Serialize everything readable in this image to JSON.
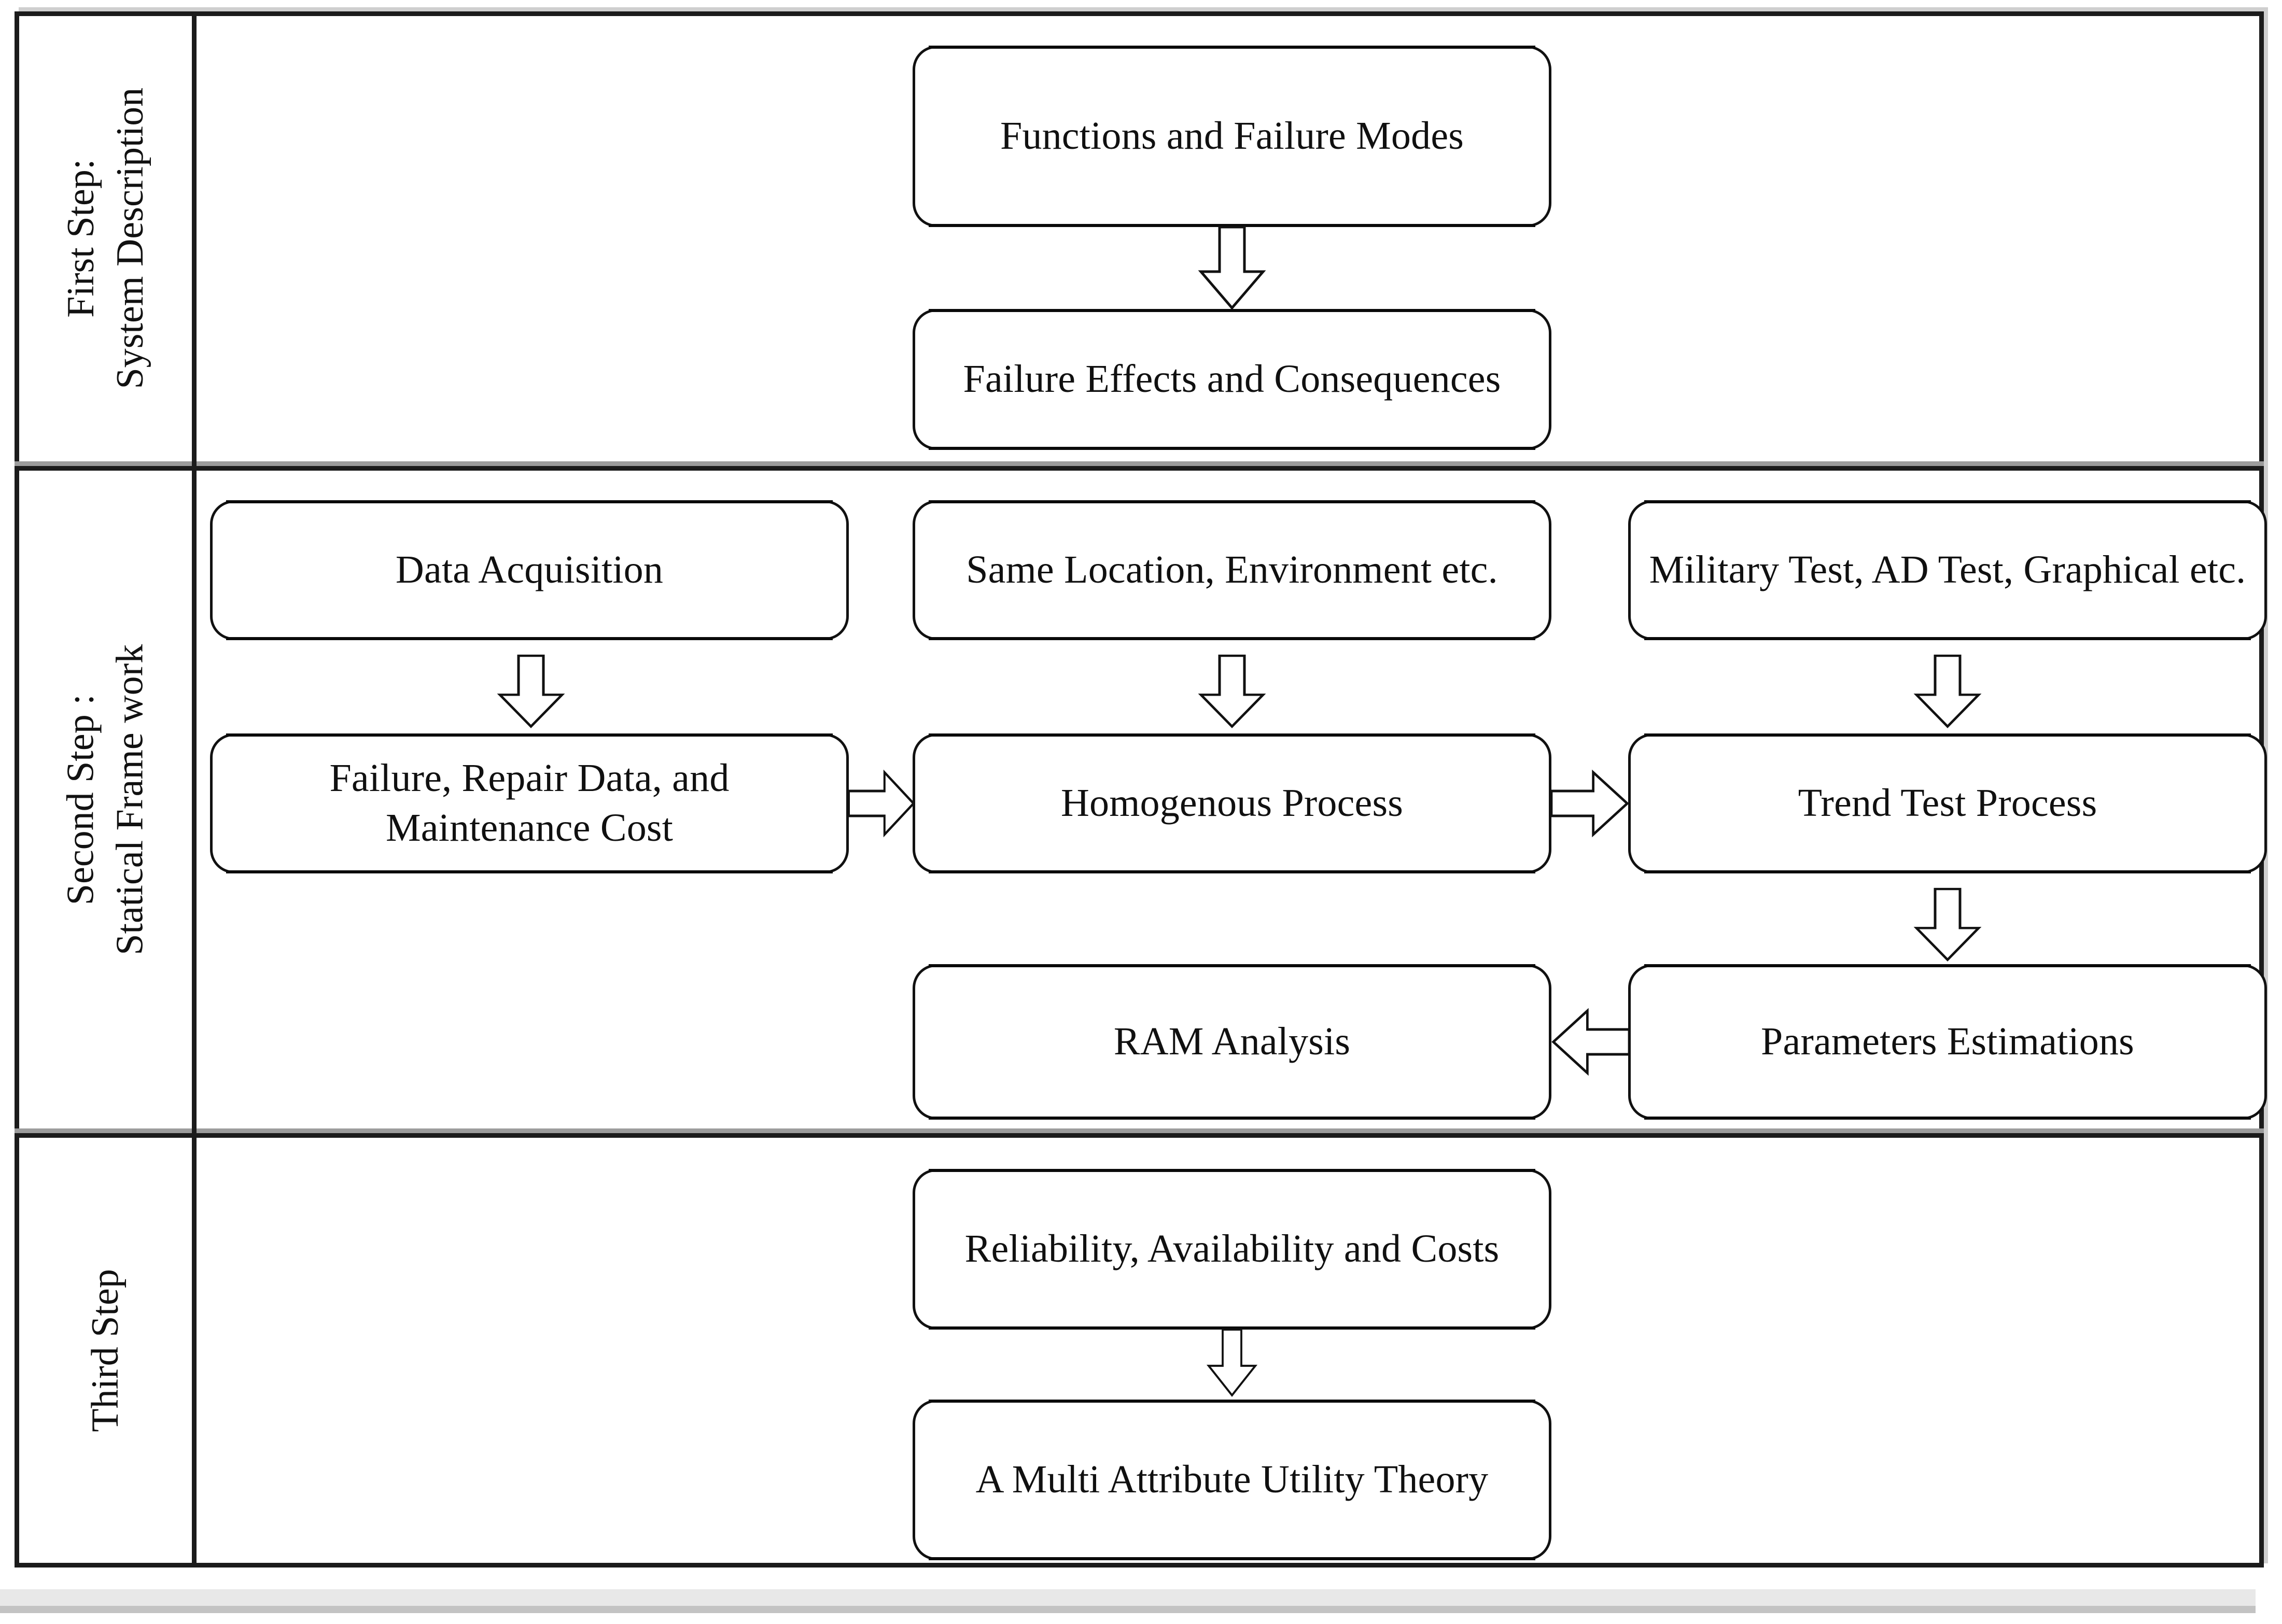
{
  "figure": {
    "type": "flowchart",
    "orientation": "three-row table with rotated step labels in a left column"
  },
  "rows": [
    {
      "id": "first-step",
      "label": "First Step:\nSystem Description",
      "label_line1": "First Step:",
      "label_line2": "System Description"
    },
    {
      "id": "second-step",
      "label": "Second Step :\nStatical Frame work",
      "label_line1": "Second Step :",
      "label_line2": "Statical Frame work"
    },
    {
      "id": "third-step",
      "label": "Third Step",
      "label_line1": "Third Step",
      "label_line2": ""
    }
  ],
  "nodes": {
    "functions_and_failure_modes": "Functions and Failure Modes",
    "failure_effects_and_consequences": "Failure Effects and Consequences",
    "data_acquisition": "Data Acquisition",
    "failure_repair_data_and_maintenance_cost": "Failure, Repair Data, and Maintenance Cost",
    "same_location_environment_etc": "Same Location, Environment etc.",
    "homogenous_process": "Homogenous Process",
    "military_test_ad_test_graphical_etc": "Military Test, AD Test, Graphical etc.",
    "trend_test_process": "Trend  Test Process",
    "ram_analysis": "RAM Analysis",
    "parameters_estimations": "Parameters Estimations",
    "reliability_availability_and_costs": "Reliability, Availability and Costs",
    "a_multi_attribute_utility_theory": "A Multi Attribute Utility Theory"
  },
  "connections": [
    {
      "from": "functions_and_failure_modes",
      "to": "failure_effects_and_consequences",
      "direction": "down"
    },
    {
      "from": "data_acquisition",
      "to": "failure_repair_data_and_maintenance_cost",
      "direction": "down"
    },
    {
      "from": "same_location_environment_etc",
      "to": "homogenous_process",
      "direction": "down"
    },
    {
      "from": "military_test_ad_test_graphical_etc",
      "to": "trend_test_process",
      "direction": "down"
    },
    {
      "from": "failure_repair_data_and_maintenance_cost",
      "to": "homogenous_process",
      "direction": "right"
    },
    {
      "from": "homogenous_process",
      "to": "trend_test_process",
      "direction": "right"
    },
    {
      "from": "trend_test_process",
      "to": "parameters_estimations",
      "direction": "down"
    },
    {
      "from": "parameters_estimations",
      "to": "ram_analysis",
      "direction": "left"
    },
    {
      "from": "reliability_availability_and_costs",
      "to": "a_multi_attribute_utility_theory",
      "direction": "down"
    }
  ],
  "colors": {
    "border": "#111111",
    "text": "#101010",
    "background": "#ffffff",
    "frame_shadow": "#cfcfcf"
  }
}
